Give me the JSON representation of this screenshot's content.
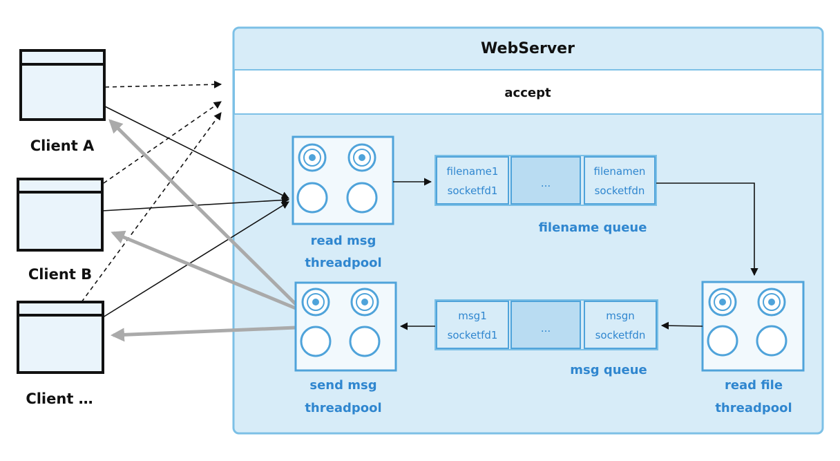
{
  "server": {
    "title": "WebServer",
    "accept_label": "accept"
  },
  "clients": [
    {
      "label": "Client A"
    },
    {
      "label": "Client B"
    },
    {
      "label": "Client …"
    }
  ],
  "pools": {
    "read_msg": {
      "line1": "read msg",
      "line2": "threadpool"
    },
    "send_msg": {
      "line1": "send msg",
      "line2": "threadpool"
    },
    "read_file": {
      "line1": "read file",
      "line2": "threadpool"
    }
  },
  "filename_queue": {
    "label": "filename queue",
    "cells": [
      {
        "line1": "filename1",
        "line2": "socketfd1"
      },
      {
        "line1": "...",
        "line2": ""
      },
      {
        "line1": "filenamen",
        "line2": "socketfdn"
      }
    ]
  },
  "msg_queue": {
    "label": "msg queue",
    "cells": [
      {
        "line1": "msg1",
        "line2": "socketfd1"
      },
      {
        "line1": "...",
        "line2": ""
      },
      {
        "line1": "msgn",
        "line2": "socketfdn"
      }
    ]
  },
  "colors": {
    "server_fill": "#d7ecf8",
    "server_stroke": "#7cc0e6",
    "accent_blue": "#2f86cf",
    "cell_fill": "#b9dcf2",
    "gray_arrow": "#aaaaaa",
    "black": "#111111"
  }
}
